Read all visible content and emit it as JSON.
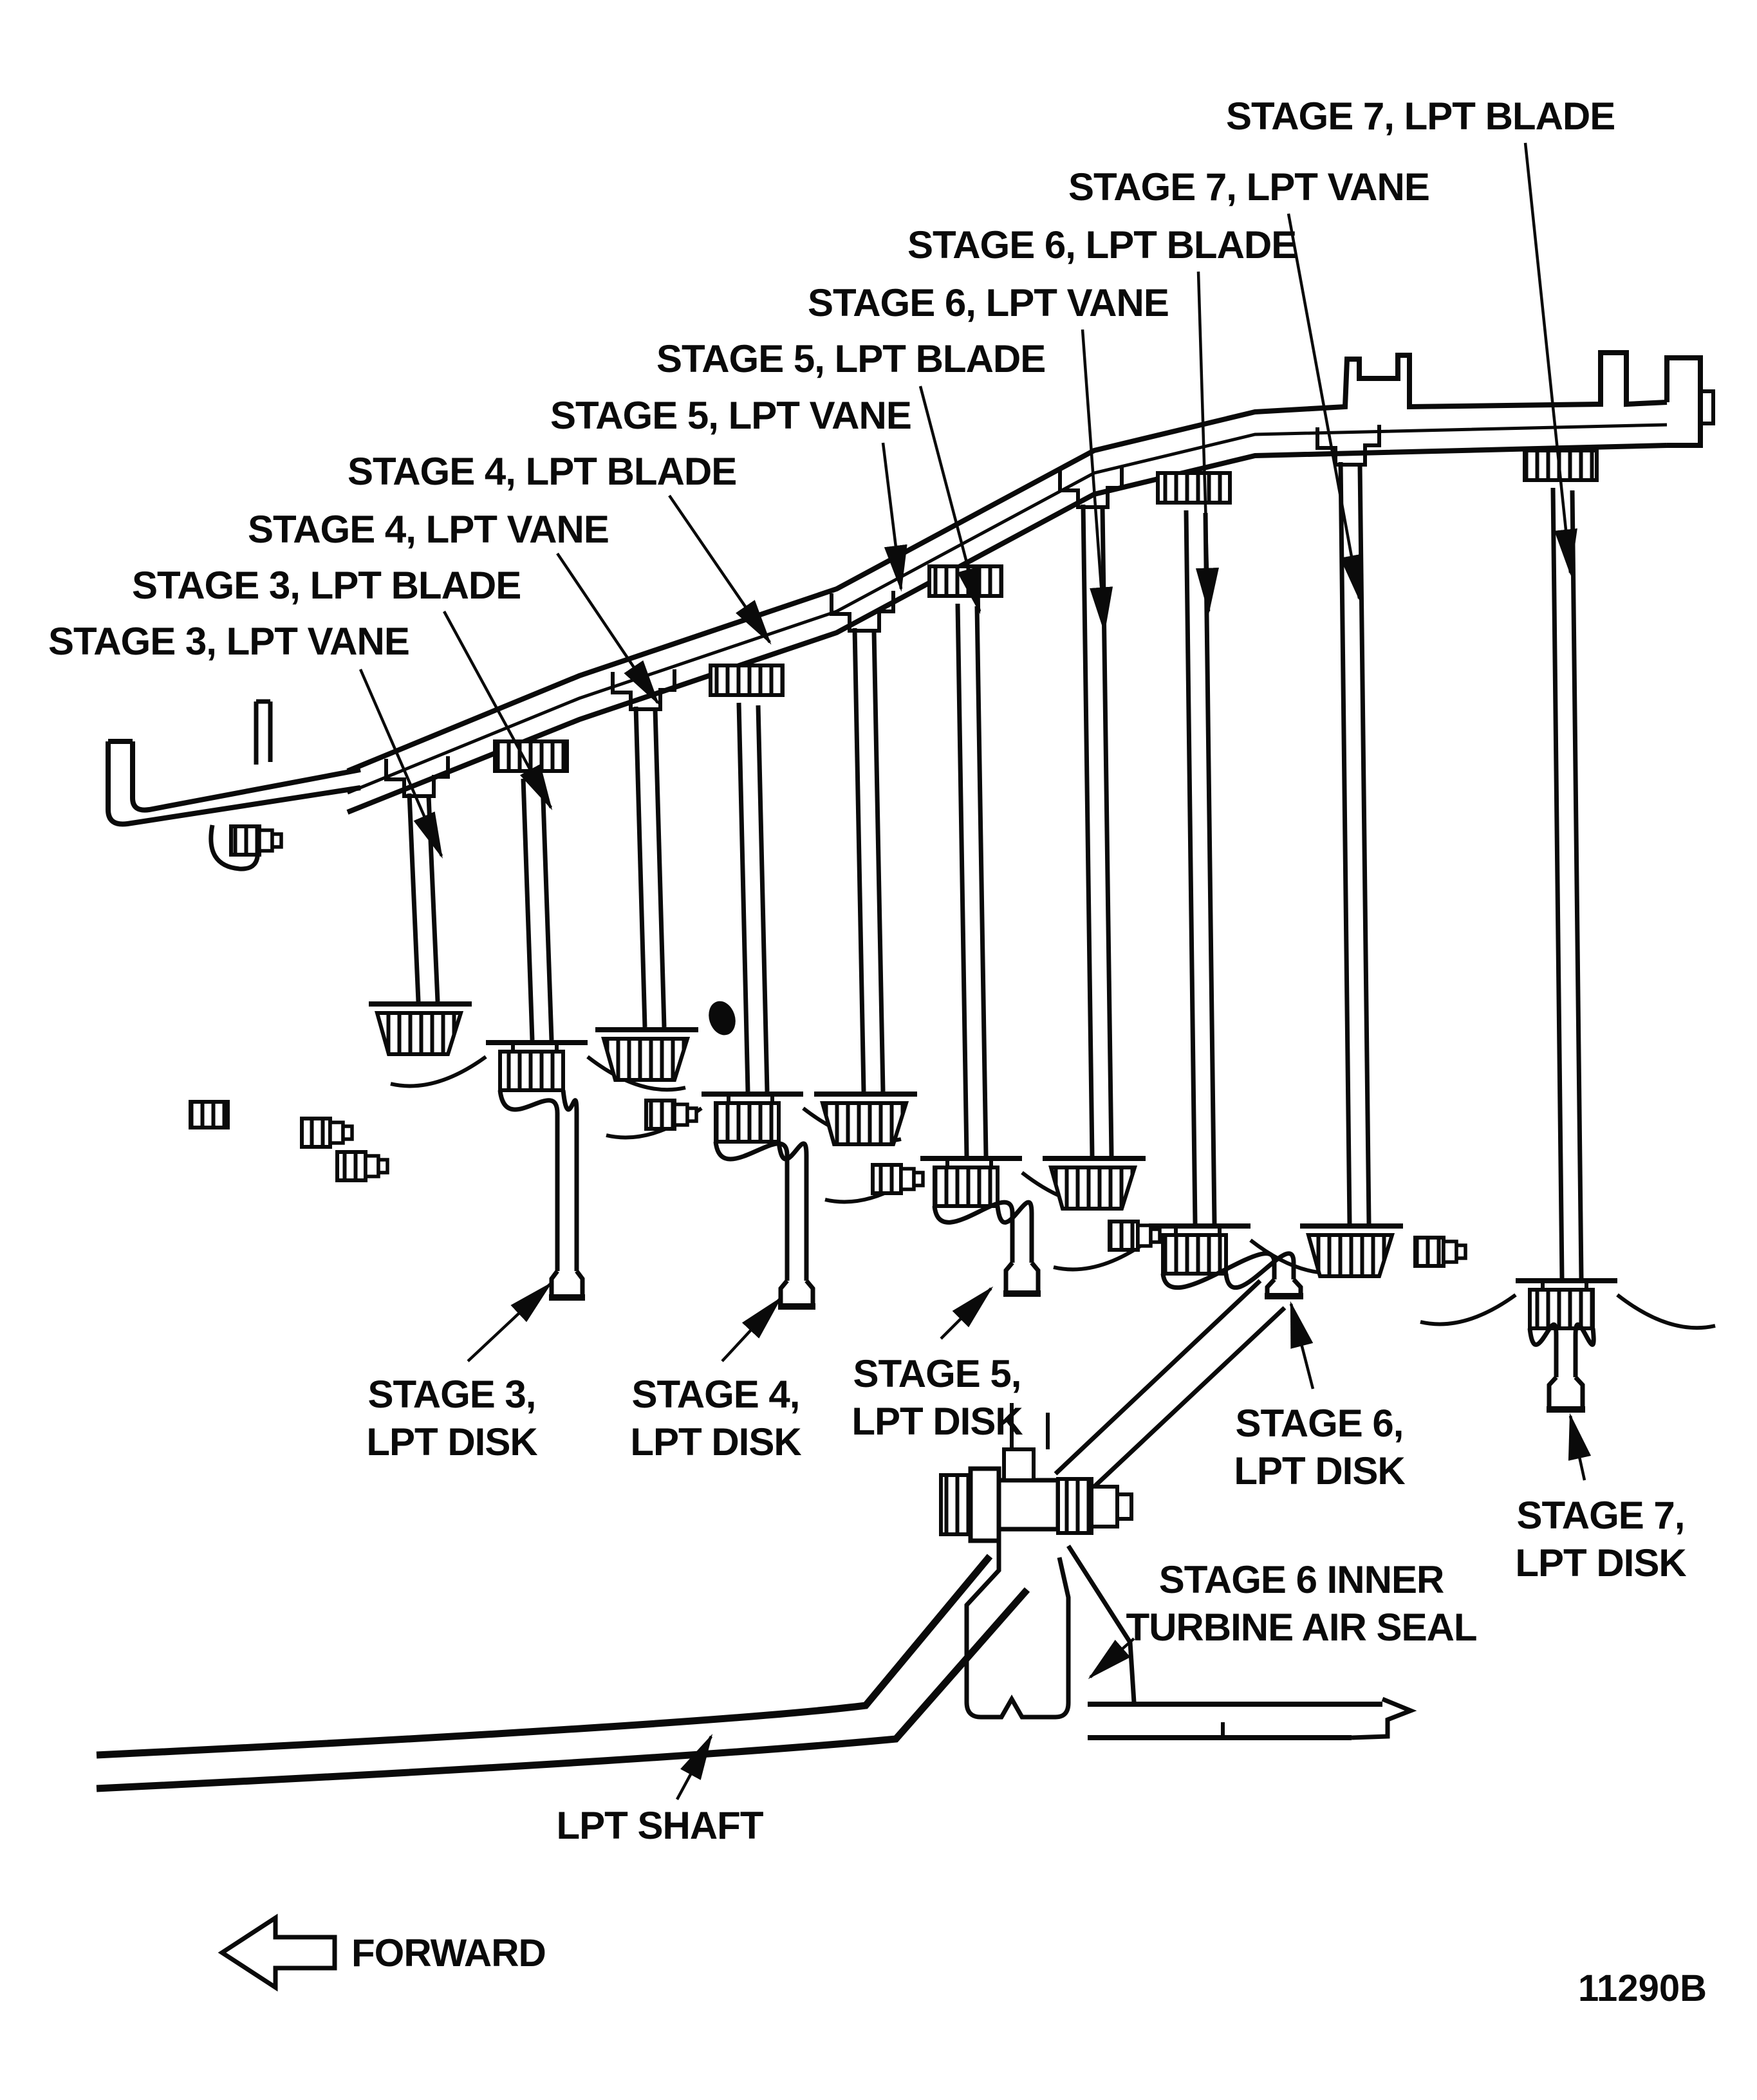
{
  "diagram": {
    "figure_number": "11290B",
    "orientation_label": "FORWARD",
    "shaft_label": "LPT SHAFT",
    "stage_callouts": [
      {
        "id": "stage3-vane",
        "label": "STAGE 3, LPT VANE"
      },
      {
        "id": "stage3-blade",
        "label": "STAGE 3, LPT BLADE"
      },
      {
        "id": "stage4-vane",
        "label": "STAGE 4, LPT VANE"
      },
      {
        "id": "stage4-blade",
        "label": "STAGE 4, LPT BLADE"
      },
      {
        "id": "stage5-vane",
        "label": "STAGE 5, LPT VANE"
      },
      {
        "id": "stage5-blade",
        "label": "STAGE 5, LPT BLADE"
      },
      {
        "id": "stage6-vane",
        "label": "STAGE 6, LPT VANE"
      },
      {
        "id": "stage6-blade",
        "label": "STAGE 6, LPT BLADE"
      },
      {
        "id": "stage7-vane",
        "label": "STAGE 7, LPT VANE"
      },
      {
        "id": "stage7-blade",
        "label": "STAGE 7, LPT BLADE"
      }
    ],
    "disk_callouts": [
      {
        "id": "stage3-disk",
        "line1": "STAGE 3,",
        "line2": "LPT DISK"
      },
      {
        "id": "stage4-disk",
        "line1": "STAGE 4,",
        "line2": "LPT DISK"
      },
      {
        "id": "stage5-disk",
        "line1": "STAGE 5,",
        "line2": "LPT DISK"
      },
      {
        "id": "stage6-disk",
        "line1": "STAGE 6,",
        "line2": "LPT DISK"
      },
      {
        "id": "stage7-disk",
        "line1": "STAGE 7,",
        "line2": "LPT DISK"
      }
    ],
    "seal_callout": {
      "line1": "STAGE 6 INNER",
      "line2": "TURBINE AIR SEAL"
    },
    "colors": {
      "ink": "#0a0a0a",
      "paper": "#ffffff"
    }
  }
}
